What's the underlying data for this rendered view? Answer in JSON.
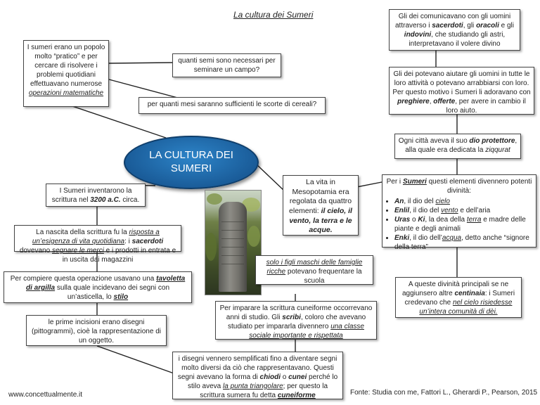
{
  "title": "La cultura dei Sumeri",
  "center": "LA CULTURA DEI SUMERI",
  "box_pratico": {
    "text_a": "I sumeri erano un popolo molto “pratico” e per cercare di risolvere i problemi quotidiani effettuavano numerose ",
    "link": "operazioni matematiche"
  },
  "box_semi": "quanti semi sono necessari per seminare un campo?",
  "box_mesi": "per quanti mesi saranno sufficienti le scorte di cereali?",
  "box_dei_comunicavano": {
    "a": "Gli dei comunicavano con gli uomini attraverso i ",
    "b": "sacerdoti",
    "c": ", gli ",
    "d": "oracoli",
    "e": " e gli ",
    "f": "indovini",
    "g": ", che studiando gli astri, interpretavano il volere divino"
  },
  "box_dei_aiutare": {
    "a": "Gli dei potevano aiutare gli uomini in tutte le loro attività o potevano arrabbiarsi con loro. Per questo motivo i Sumeri li adoravano con ",
    "b": "preghiere",
    "c": ", ",
    "d": "offerte",
    "e": ", per avere in cambio il loro aiuto."
  },
  "box_citta": {
    "a": "Ogni città aveva il suo ",
    "b": "dio protettore",
    "c": ", alla quale era dedicata la ",
    "d": "ziqqurat"
  },
  "box_divinita": {
    "intro_a": "Per i ",
    "intro_b": "Sumeri",
    "intro_c": " questi elementi divennero potenti divinità:",
    "items": [
      {
        "name": "An",
        "text": ", il dio del ",
        "link": "cielo",
        "extra": ""
      },
      {
        "name": "Enlil",
        "text": ", il dio del ",
        "link": "vento",
        "extra": " e dell’aria"
      },
      {
        "name": "Uras",
        "text": " o ",
        "name2": "Ki",
        "text2": ", la dea della ",
        "link": "terra",
        "extra": " e madre delle piante e degli animali"
      },
      {
        "name": "Enki",
        "text": ", il dio dell’",
        "link": "acqua",
        "extra": ", detto anche “signore della terra”"
      }
    ]
  },
  "box_centinaia": {
    "a": "A queste divinità principali se ne aggiunsero altre ",
    "b": "centinaia",
    "c": ": i Sumeri credevano che ",
    "d": "nel cielo risiedesse un’intera comunità di dèi."
  },
  "box_mesopotamia": {
    "a": "La vita in Mesopotamia era regolata da quattro elementi: ",
    "b": "il cielo, il vento, la terra e le acque."
  },
  "box_scrittura": {
    "a": "I Sumeri inventarono la scrittura nel ",
    "b": "3200 a.C.",
    "c": " circa."
  },
  "box_nascita": {
    "a": "La nascita della scrittura fu la ",
    "b": "risposta a un’esigenza di vita quotidiana",
    "c": ": i ",
    "d": "sacerdoti",
    "e": " dovevano ",
    "f": "segnare le merci",
    "g": " e i prodotti in entrata e in uscita dai magazzini"
  },
  "box_tavoletta": {
    "a": "Per compiere questa operazione usavano una ",
    "b": "tavoletta di argilla",
    "c": " sulla quale incidevano dei segni con un’asticella, lo ",
    "d": "stilo"
  },
  "box_incisioni": "le prime incisioni erano disegni (pittogrammi), cioè la rappresentazione di un oggetto.",
  "box_figli": {
    "a": "solo i figli maschi delle famiglie ricche",
    "b": " potevano frequentare la scuola"
  },
  "box_scribi": {
    "a": "Per imparare la scrittura cuneiforme occorrevano anni di studio. Gli ",
    "b": "scribi",
    "c": ", coloro che avevano studiato per impararla divennero ",
    "d": "una classe sociale importante e rispettata"
  },
  "box_semplificati": {
    "a": "i disegni vennero semplificati fino a diventare segni molto diversi da ciò che rappresentavano. Questi segni avevano la forma di ",
    "b": "chiodi",
    "c": " o ",
    "d": "cunei",
    "e": " perché lo stilo aveva ",
    "f": "la punta triangolare",
    "g": "; per questo la scrittura sumera fu detta ",
    "h": "cuneiforme"
  },
  "footer_left": "www.concettualmente.it",
  "footer_right": "Fonte: Studia con me, Fattori L., Gherardi P., Pearson, 2015",
  "colors": {
    "center_fill": "#1a5c99",
    "box_border": "#444444"
  }
}
